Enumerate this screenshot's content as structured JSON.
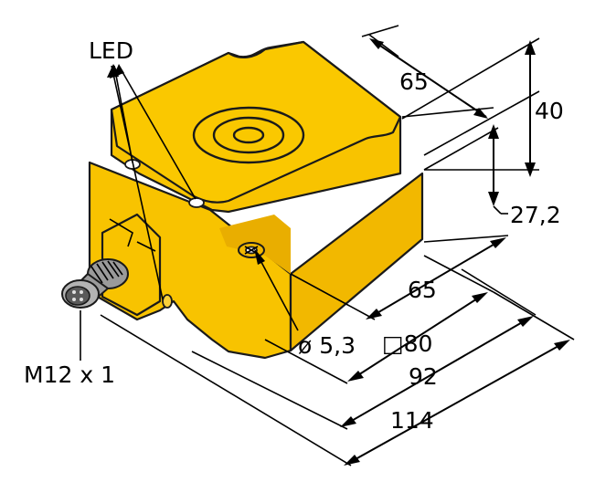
{
  "labels": {
    "led": "LED",
    "connector": "M12 x 1",
    "dim_top_width": "65",
    "dim_height_total": "40",
    "dim_height_body": "27,2",
    "dim_front_width": "65",
    "dim_hole": "ø 5,3",
    "dim_square": "□80",
    "dim_92": "92",
    "dim_114": "114"
  },
  "colors": {
    "housing": "#F8C300",
    "housing_dark": "#E0A800",
    "outline": "#1A1A1A"
  }
}
